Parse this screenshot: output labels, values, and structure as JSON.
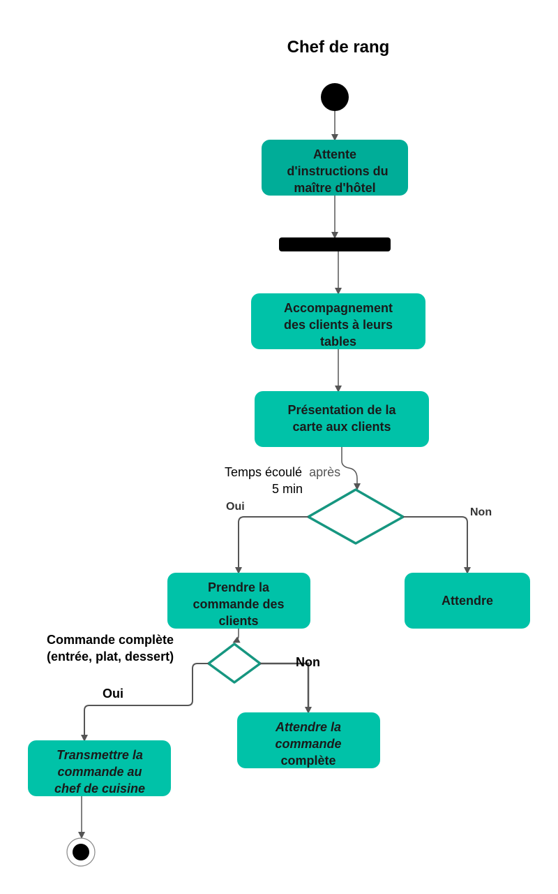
{
  "title": "Chef de rang",
  "colors": {
    "action_light": "#00c2a8",
    "action_dark": "#00ad98",
    "decision_stroke": "#169680",
    "line": "#555555"
  },
  "nodes": {
    "wait_instructions": [
      "Attente",
      "d'instructions du",
      "maître d'hôtel"
    ],
    "accompany": [
      "Accompagnement",
      "des clients à leurs",
      "tables"
    ],
    "present_menu": [
      "Présentation de la",
      "carte aux clients"
    ],
    "take_order": [
      "Prendre la",
      "commande des",
      "clients"
    ],
    "wait": [
      "Attendre"
    ],
    "transmit": [
      "Transmettre la",
      "commande au",
      "chef de cuisine"
    ],
    "wait_complete": [
      "Attendre la",
      "commande",
      "complète"
    ]
  },
  "labels": {
    "time_elapsed_1": "Temps écoulé",
    "time_elapsed_2": "après",
    "time_elapsed_3": "5 min",
    "d1_yes": "Oui",
    "d1_no": "Non",
    "order_complete_1": "Commande complète",
    "order_complete_2": "(entrée, plat, dessert)",
    "d2_yes": "Oui",
    "d2_no": "Non"
  }
}
